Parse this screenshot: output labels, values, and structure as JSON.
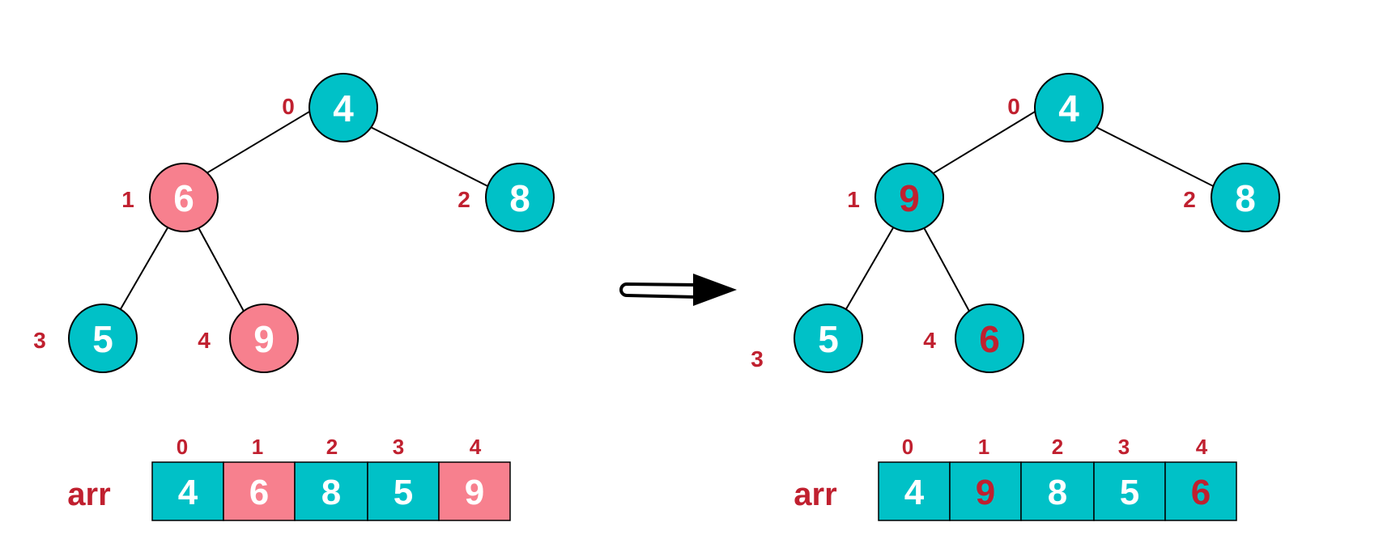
{
  "colors": {
    "teal": "#00C1C7",
    "pink": "#F7808E",
    "red": "#C0202F",
    "white": "#FFFFFF",
    "black": "#000000"
  },
  "left": {
    "tree": {
      "nodes": [
        {
          "index": "0",
          "value": "4",
          "fill": "teal",
          "text": "white"
        },
        {
          "index": "1",
          "value": "6",
          "fill": "pink",
          "text": "white"
        },
        {
          "index": "2",
          "value": "8",
          "fill": "teal",
          "text": "white"
        },
        {
          "index": "3",
          "value": "5",
          "fill": "teal",
          "text": "white"
        },
        {
          "index": "4",
          "value": "9",
          "fill": "pink",
          "text": "white"
        }
      ]
    },
    "array": {
      "label": "arr",
      "cells": [
        {
          "index": "0",
          "value": "4",
          "fill": "teal",
          "text": "white"
        },
        {
          "index": "1",
          "value": "6",
          "fill": "pink",
          "text": "white"
        },
        {
          "index": "2",
          "value": "8",
          "fill": "teal",
          "text": "white"
        },
        {
          "index": "3",
          "value": "5",
          "fill": "teal",
          "text": "white"
        },
        {
          "index": "4",
          "value": "9",
          "fill": "pink",
          "text": "white"
        }
      ]
    }
  },
  "arrow": {
    "icon": "double-line-right-arrow-icon"
  },
  "right": {
    "tree": {
      "nodes": [
        {
          "index": "0",
          "value": "4",
          "fill": "teal",
          "text": "white"
        },
        {
          "index": "1",
          "value": "9",
          "fill": "teal",
          "text": "red"
        },
        {
          "index": "2",
          "value": "8",
          "fill": "teal",
          "text": "white"
        },
        {
          "index": "3",
          "value": "5",
          "fill": "teal",
          "text": "white"
        },
        {
          "index": "4",
          "value": "6",
          "fill": "teal",
          "text": "red"
        }
      ]
    },
    "array": {
      "label": "arr",
      "cells": [
        {
          "index": "0",
          "value": "4",
          "fill": "teal",
          "text": "white"
        },
        {
          "index": "1",
          "value": "9",
          "fill": "teal",
          "text": "red"
        },
        {
          "index": "2",
          "value": "8",
          "fill": "teal",
          "text": "white"
        },
        {
          "index": "3",
          "value": "5",
          "fill": "teal",
          "text": "white"
        },
        {
          "index": "4",
          "value": "6",
          "fill": "teal",
          "text": "red"
        }
      ]
    }
  }
}
